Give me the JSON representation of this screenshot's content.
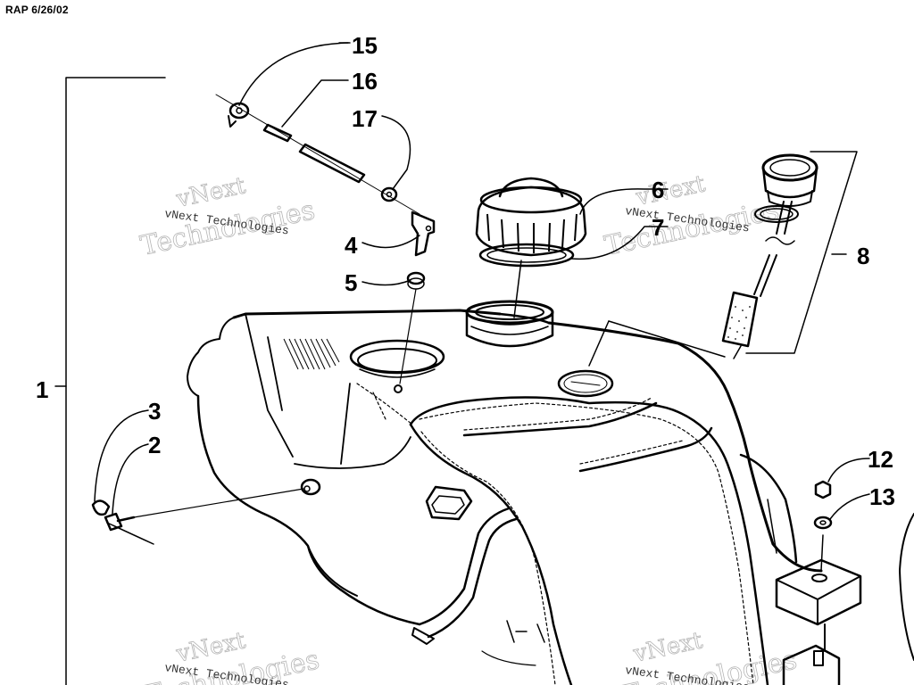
{
  "header": {
    "code": "RAP 6/26/02"
  },
  "callouts": {
    "c1": "1",
    "c2": "2",
    "c3": "3",
    "c4": "4",
    "c5": "5",
    "c6": "6",
    "c7": "7",
    "c8": "8",
    "c12": "12",
    "c13": "13",
    "c15": "15",
    "c16": "16",
    "c17": "17"
  },
  "watermark": {
    "line1": "vNext",
    "line2": "Technologies",
    "small": "vNext Technologies"
  }
}
